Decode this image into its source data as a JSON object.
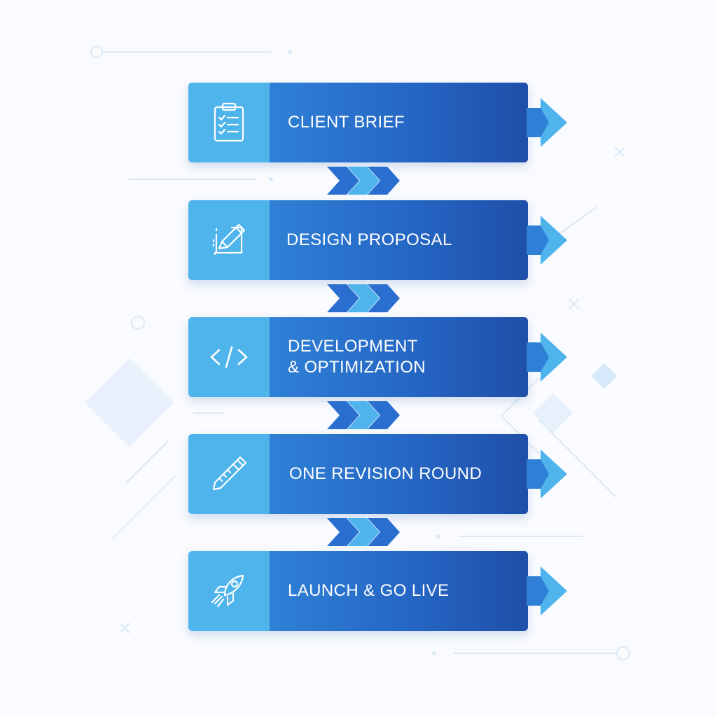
{
  "steps": [
    {
      "label": "CLIENT BRIEF",
      "icon": "clipboard-icon"
    },
    {
      "label": "DESIGN PROPOSAL",
      "icon": "pencil-sketch-icon"
    },
    {
      "label": "DEVELOPMENT\n& OPTIMIZATION",
      "icon": "code-brackets-icon"
    },
    {
      "label": "ONE REVISION ROUND",
      "icon": "marker-pen-icon"
    },
    {
      "label": "LAUNCH & GO LIVE",
      "icon": "rocket-icon"
    }
  ],
  "colors": {
    "icon_panel": "#4fb3ec",
    "body_start": "#2f80d6",
    "body_end": "#1f4fa8",
    "arrow_light": "#4fb3ec",
    "arrow_dark": "#2a6fd0",
    "background": "#f9fbfe"
  }
}
